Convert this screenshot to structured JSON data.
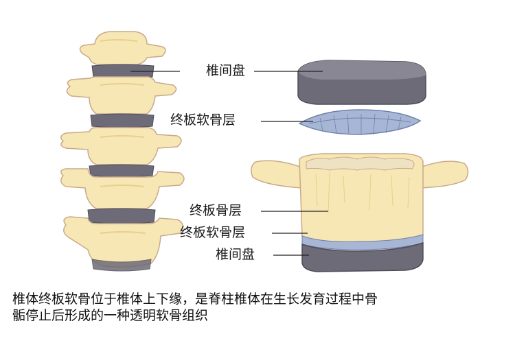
{
  "labels": {
    "spine_disc": "椎间盘",
    "endplate_cartilage_top": "终板软骨层",
    "endplate_bone": "终板骨层",
    "endplate_cartilage_bottom": "终板软骨层",
    "disc_bottom": "椎间盘"
  },
  "caption": {
    "line1": "椎体终板软骨位于椎体上下缘，是脊柱椎体在生长发育过程中骨",
    "line2": "骺停止后形成的一种透明软骨组织"
  },
  "colors": {
    "bone": "#f6e7b4",
    "bone_outline": "#c8a98a",
    "bone_shade": "#e8cf8c",
    "disc": "#6e6b78",
    "disc_top": "#8a8794",
    "cartilage": "#a8b6d6",
    "cartilage_line": "#6f7fa8",
    "spongy": "#efe2c2",
    "leader": "#222222"
  }
}
